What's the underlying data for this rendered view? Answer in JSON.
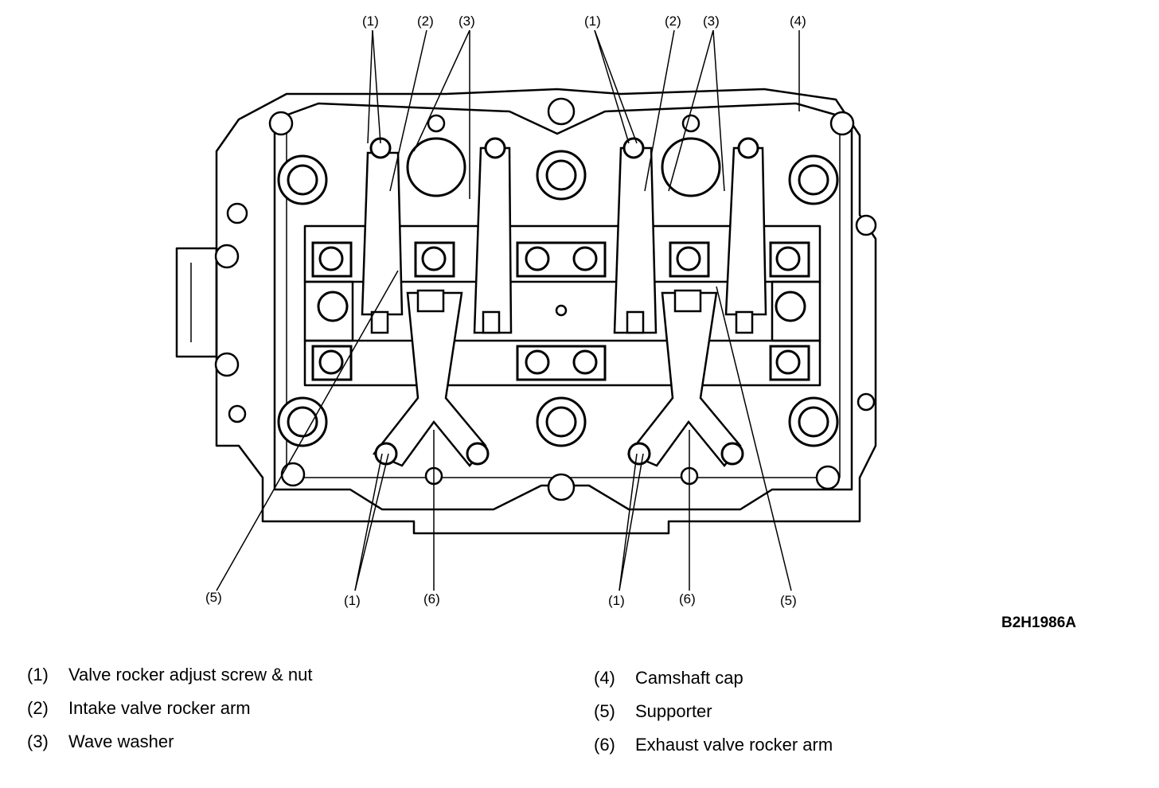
{
  "diagram_code": "B2H1986A",
  "callouts": {
    "c1": "(1)",
    "c2": "(2)",
    "c3": "(3)",
    "c4": "(4)",
    "c5": "(5)",
    "c6": "(6)"
  },
  "legend": [
    {
      "num": "(1)",
      "text": "Valve rocker adjust screw & nut"
    },
    {
      "num": "(2)",
      "text": "Intake valve rocker arm"
    },
    {
      "num": "(3)",
      "text": "Wave washer"
    },
    {
      "num": "(4)",
      "text": "Camshaft cap"
    },
    {
      "num": "(5)",
      "text": "Supporter"
    },
    {
      "num": "(6)",
      "text": "Exhaust valve rocker arm"
    }
  ]
}
